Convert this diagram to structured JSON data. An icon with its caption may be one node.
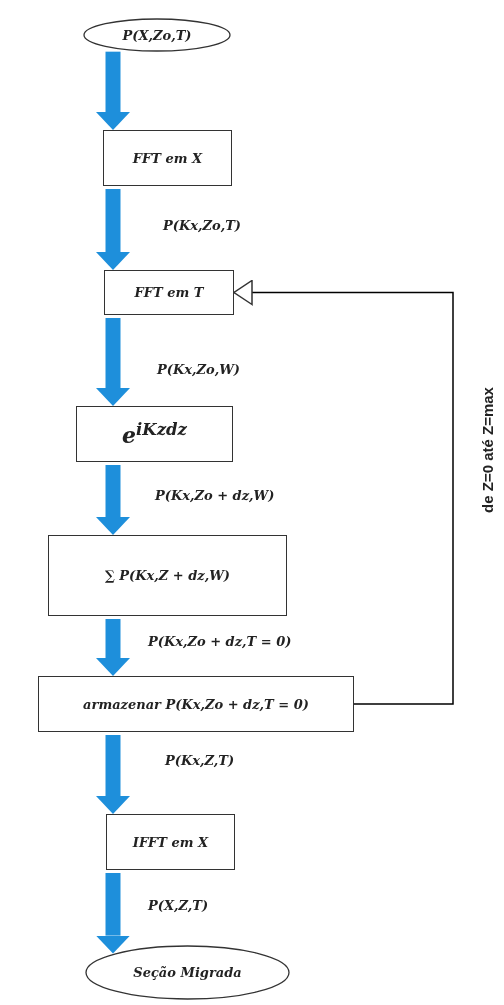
{
  "diagram": {
    "nodes": [
      {
        "text": [
          "P(X,Zo,T)"
        ]
      },
      {
        "text": [
          "FFT em X"
        ]
      },
      {
        "text": [
          "FFT em T"
        ]
      },
      {
        "text": [
          "e$^{iKzdz}$"
        ]
      },
      {
        "text": [
          "∑ P(Kx,Z + dz,W)"
        ]
      },
      {
        "text": [
          "armazenar P(Kx,Zo + dz,T = 0)"
        ]
      },
      {
        "text": [
          "IFFT em X"
        ]
      },
      {
        "text": [
          "Seção Migrada"
        ]
      }
    ],
    "edges": [
      {
        "from": 0,
        "to": 1,
        "arrow": "to"
      },
      {
        "from": 1,
        "to": 2,
        "arrow": "to",
        "label": "P(Kx,Zo,T)"
      },
      {
        "from": 2,
        "to": 3,
        "arrow": "to",
        "label": "P(Kx,Zo,W)"
      },
      {
        "from": 3,
        "to": 4,
        "arrow": "to",
        "label": "P(Kx,Zo + dz,W)"
      },
      {
        "from": 4,
        "to": 5,
        "arrow": "to",
        "label": "P(Kx,Zo + dz,T = 0)"
      },
      {
        "from": 5,
        "to": 6,
        "arrow": "to",
        "label": "P(Kx,Z,T)"
      },
      {
        "from": 6,
        "to": 7,
        "arrow": "to",
        "label": "P(X,Z,T)"
      },
      {
        "from": 5,
        "to": 2,
        "arrow": "to",
        "label": "de Z=0 até Z=max",
        "color": "#000000"
      }
    ]
  }
}
